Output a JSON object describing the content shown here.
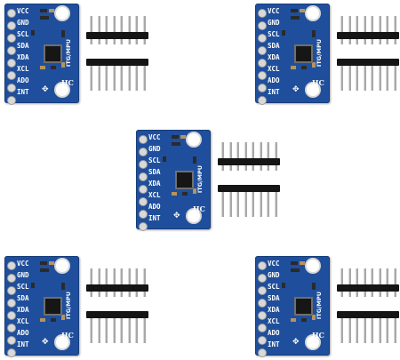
{
  "image_description_labels": {
    "pins": [
      "VCC",
      "GND",
      "SCL",
      "SDA",
      "XDA",
      "XCL",
      "ADO",
      "INT"
    ],
    "chip_text": "ITG/MPU",
    "brand": "HC",
    "axis_mark": "Y X"
  },
  "colors": {
    "pcb": "#1f4f9c",
    "header": "#151515",
    "pin_metal": "#a8a8a8"
  },
  "module_count": 5
}
